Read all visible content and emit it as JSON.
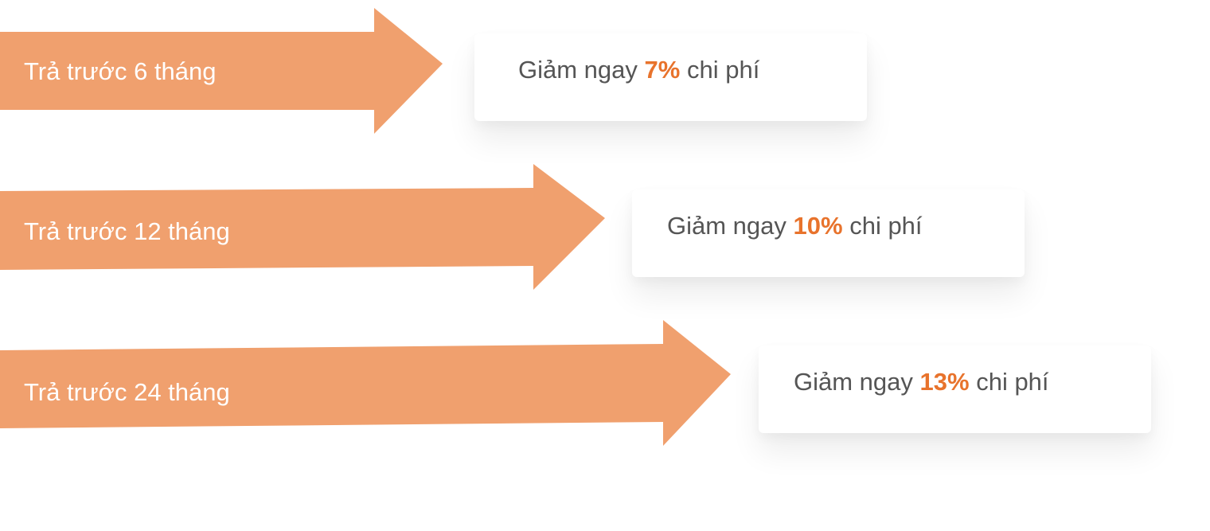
{
  "colors": {
    "arrow_fill": "#f0a06e",
    "accent": "#e8732c",
    "card_text": "#555555"
  },
  "rows": [
    {
      "arrow_label": "Trả trước 6 tháng",
      "card": {
        "prefix": "Giảm ngay",
        "percent": "7%",
        "suffix": "chi phí"
      }
    },
    {
      "arrow_label": "Trả trước 12 tháng",
      "card": {
        "prefix": "Giảm ngay",
        "percent": "10%",
        "suffix": "chi phí"
      }
    },
    {
      "arrow_label": "Trả trước 24 tháng",
      "card": {
        "prefix": "Giảm ngay",
        "percent": "13%",
        "suffix": "chi phí"
      }
    }
  ]
}
